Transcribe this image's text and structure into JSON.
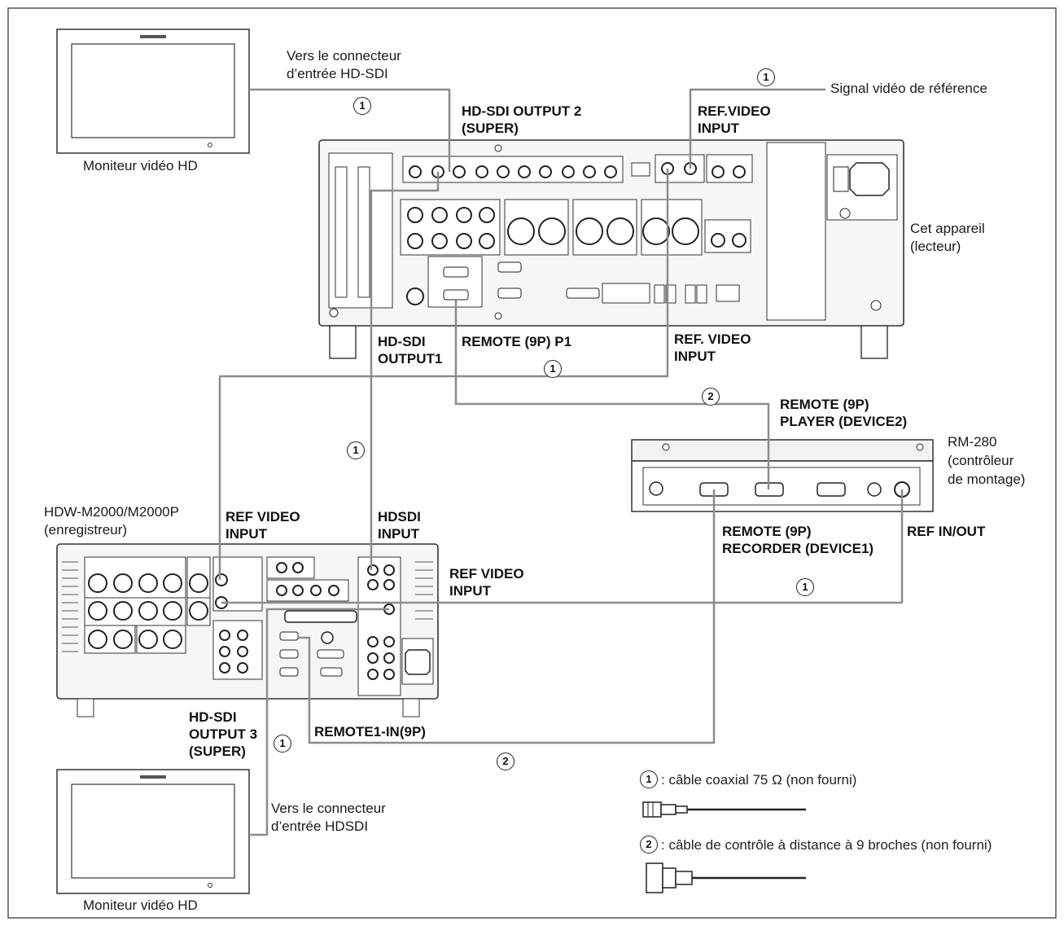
{
  "labels": {
    "monitor_top": "Moniteur vidéo HD",
    "monitor_bottom": "Moniteur vidéo HD",
    "to_hdsdi_top_line1": "Vers le connecteur",
    "to_hdsdi_top_line2": "d’entrée HD-SDI",
    "to_hdsdi_bottom_line1": "Vers le connecteur",
    "to_hdsdi_bottom_line2": "d’entrée HDSDI",
    "ref_signal": "Signal vidéo de référence",
    "hdsdi_output2_line1": "HD-SDI OUTPUT 2",
    "hdsdi_output2_line2": "(SUPER)",
    "ref_video_input_top_line1": "REF.VIDEO",
    "ref_video_input_top_line2": "INPUT",
    "player_line1": "Cet appareil",
    "player_line2": "(lecteur)",
    "hdsdi_output1_line1": "HD-SDI",
    "hdsdi_output1_line2": "OUTPUT1",
    "remote_9p_p1": "REMOTE (9P) P1",
    "ref_video_input_mid_line1": "REF. VIDEO",
    "ref_video_input_mid_line2": "INPUT",
    "remote_player_line1": "REMOTE (9P)",
    "remote_player_line2": "PLAYER (DEVICE2)",
    "rm280_line1": "RM-280",
    "rm280_line2": "(contrôleur",
    "rm280_line3": "de montage)",
    "recorder_line1": "HDW-M2000/M2000P",
    "recorder_line2": "(enregistreur)",
    "rec_ref_video_line1": "REF VIDEO",
    "rec_ref_video_line2": "INPUT",
    "hdsdi_input_line1": "HDSDI",
    "hdsdi_input_line2": "INPUT",
    "remote_recorder_line1": "REMOTE (9P)",
    "remote_recorder_line2": "RECORDER (DEVICE1)",
    "ref_in_out": "REF IN/OUT",
    "ref_video_input_right_line1": "REF VIDEO",
    "ref_video_input_right_line2": "INPUT",
    "hdsdi_output3_line1": "HD-SDI",
    "hdsdi_output3_line2": "OUTPUT 3",
    "hdsdi_output3_line3": "(SUPER)",
    "remote1_in": "REMOTE1-IN(9P)"
  },
  "cable_markers": {
    "one": "1",
    "two": "2"
  },
  "legend": {
    "coax": ": câble coaxial 75 Ω (non fourni)",
    "remote": ": câble de contrôle à distance à 9 broches (non fourni)"
  },
  "colors": {
    "cable": "#8c8c8c",
    "outline": "#333333",
    "panel_fill": "#f4f4f4"
  }
}
